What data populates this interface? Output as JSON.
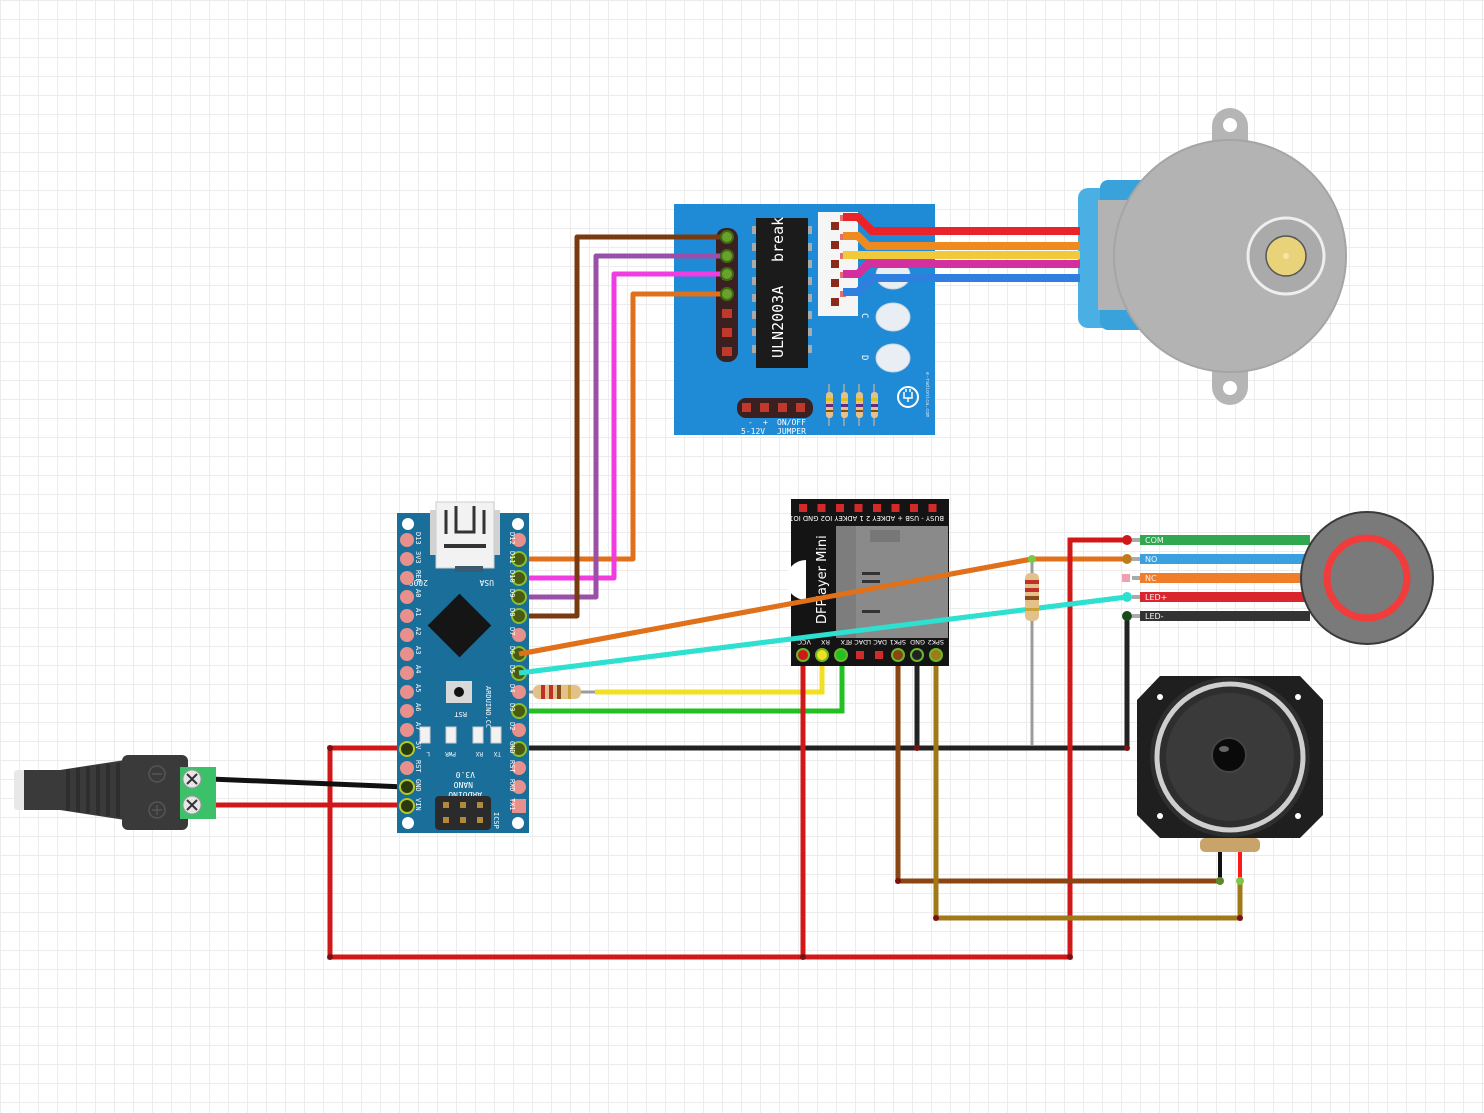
{
  "diagram": {
    "type": "breadboard-wiring",
    "description": "Arduino Nano driving ULN2003 stepper driver, DFPlayer Mini, illuminated push button and speaker"
  },
  "components": {
    "uln2003": {
      "name": "ULN2003A stepper driver board",
      "chip_label": "ULN2003A",
      "chip_label_break": "break",
      "power_labels": [
        "-",
        "+",
        "ON/OFF"
      ],
      "power_sublabels": [
        "5-12V",
        "JUMPER"
      ],
      "led_labels": [
        "C",
        "D"
      ],
      "site_text": "e-radionica.com",
      "board_color": "#1f8ad6"
    },
    "stepper": {
      "name": "28BYJ-48 stepper motor",
      "wire_colors": [
        "#e8232a",
        "#ef8a1e",
        "#f2c93a",
        "#d42f9e",
        "#2f7fe0"
      ]
    },
    "arduino": {
      "name": "Arduino Nano",
      "left_pins": [
        "D13",
        "3V3",
        "REF",
        "A0",
        "A1",
        "A2",
        "A3",
        "A4",
        "A5",
        "A6",
        "A7",
        "5V",
        "RST",
        "GND",
        "VIN"
      ],
      "right_pins": [
        "D12",
        "D11",
        "D10",
        "D9",
        "D8",
        "D7",
        "D6",
        "D5",
        "D4",
        "D3",
        "D2",
        "GND",
        "RST",
        "RXD",
        "TX1"
      ],
      "text_usa": "USA",
      "text_year": "2009",
      "text_rst": "RST",
      "text_site": "ARDUINO.CC",
      "leds": [
        "L",
        "PWR",
        "RX",
        "TX"
      ],
      "model_lines": [
        "ARDUINO",
        "NANO",
        "V3.0"
      ],
      "icsp_label": "ICSP",
      "board_color": "#1a6e9a"
    },
    "dfplayer": {
      "name": "DFPlayer Mini",
      "title": "DFPlayer Mini",
      "top_pins": [
        "BUSY",
        "USB -",
        "USB +",
        "ADKEY 2",
        "ADKEY 1",
        "IO2",
        "GND",
        "IO1"
      ],
      "top_label_text": "BUSY - USB + ADKEY 2 1 ADKEY IO2 GND IO1",
      "bottom_pins": [
        "VCC",
        "RX",
        "TX",
        "DAC R",
        "DAC L",
        "SPK1",
        "GND",
        "SPK2"
      ]
    },
    "button": {
      "name": "Illuminated push button",
      "pins": [
        {
          "label": "COM",
          "color": "#2fa84f"
        },
        {
          "label": "NO",
          "color": "#3aa0e0"
        },
        {
          "label": "NC",
          "color": "#ef7d2a"
        },
        {
          "label": "LED+",
          "color": "#d9262c"
        },
        {
          "label": "LED-",
          "color": "#333333"
        }
      ],
      "ring_color": "#f23b3b"
    },
    "speaker": {
      "name": "Speaker"
    },
    "dc_jack": {
      "name": "DC barrel jack adapter",
      "terminals": [
        "-",
        "+"
      ]
    },
    "resistors": [
      "1k resistor (D4 to DFPlayer RX)",
      "Pull-down resistor (button NO)"
    ]
  },
  "connections": [
    {
      "from": "Nano D11",
      "to": "ULN2003 IN4",
      "color": "#e0701a"
    },
    {
      "from": "Nano D10",
      "to": "ULN2003 IN3",
      "color": "#f03ce0"
    },
    {
      "from": "Nano D9",
      "to": "ULN2003 IN2",
      "color": "#9a4fa8"
    },
    {
      "from": "Nano D8",
      "to": "ULN2003 IN1",
      "color": "#7a3a10"
    },
    {
      "from": "Nano D6",
      "to": "Button NO",
      "color": "#e0701a"
    },
    {
      "from": "Nano D5",
      "to": "Button LED+",
      "color": "#2ee0d0"
    },
    {
      "from": "Nano D4",
      "to": "DFPlayer RX",
      "color": "#f0e020"
    },
    {
      "from": "Nano D3",
      "to": "DFPlayer TX",
      "color": "#22c022"
    },
    {
      "from": "Nano GND",
      "to": "Button LED- / DFPlayer GND",
      "color": "#222222"
    },
    {
      "from": "Nano 5V",
      "to": "DFPlayer VCC / Button COM",
      "color": "#d01818"
    },
    {
      "from": "DC jack -",
      "to": "Nano GND",
      "color": "#111111"
    },
    {
      "from": "DC jack +",
      "to": "Nano VIN",
      "color": "#d01818"
    },
    {
      "from": "DFPlayer SPK1",
      "to": "Speaker -",
      "color": "#8a4512"
    },
    {
      "from": "DFPlayer SPK2",
      "to": "Speaker +",
      "color": "#a07a18"
    }
  ]
}
